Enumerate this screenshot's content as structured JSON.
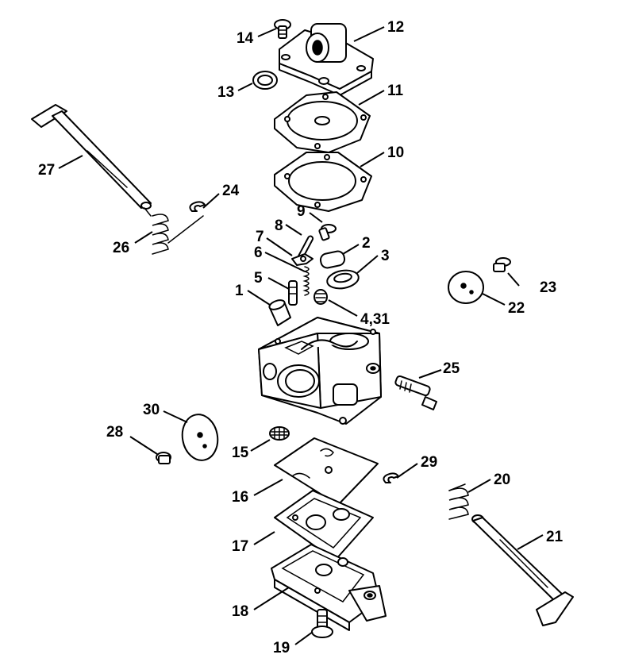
{
  "callouts": {
    "c1": "1",
    "c2": "2",
    "c3": "3",
    "c431": "4,31",
    "c5": "5",
    "c6": "6",
    "c7": "7",
    "c8": "8",
    "c9": "9",
    "c10": "10",
    "c11": "11",
    "c12": "12",
    "c13": "13",
    "c14": "14",
    "c15": "15",
    "c16": "16",
    "c17": "17",
    "c18": "18",
    "c19": "19",
    "c20": "20",
    "c21": "21",
    "c22": "22",
    "c23": "23",
    "c24": "24",
    "c25": "25",
    "c26": "26",
    "c27": "27",
    "c28": "28",
    "c29": "29",
    "c30": "30"
  },
  "colors": {
    "line": "#000000",
    "background": "#ffffff"
  }
}
